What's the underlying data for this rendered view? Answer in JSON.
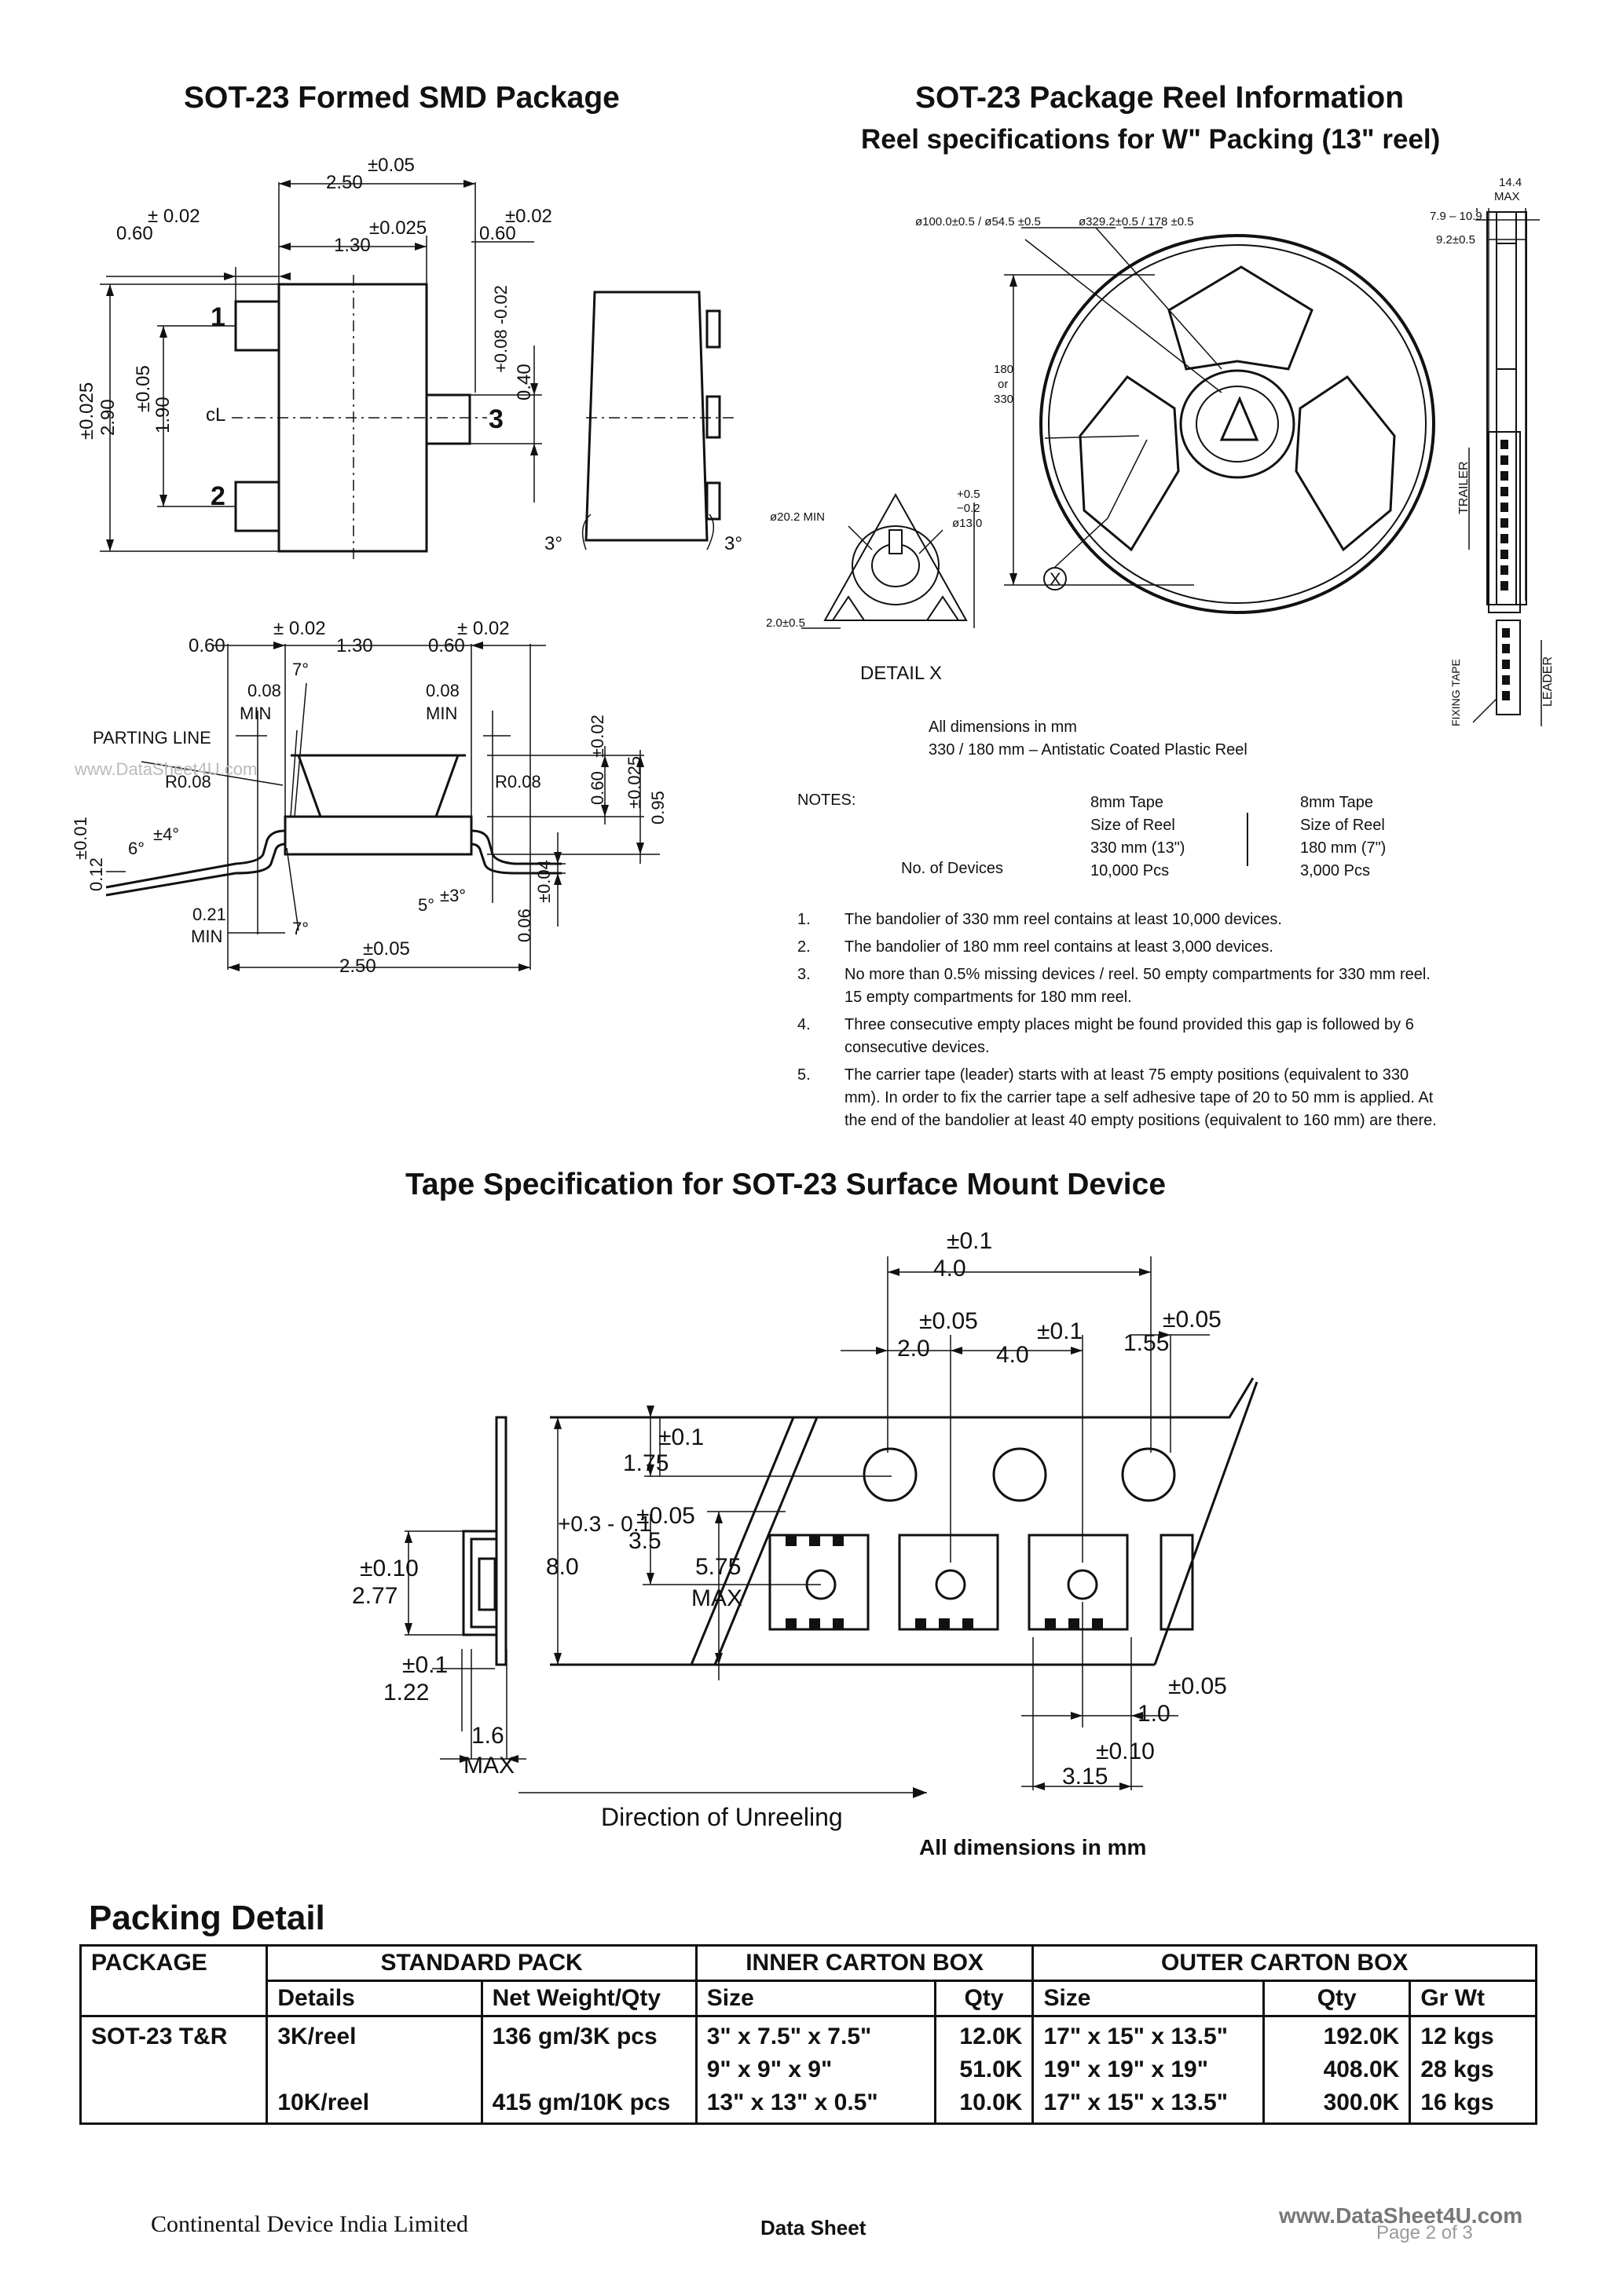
{
  "package_section": {
    "title": "SOT-23 Formed SMD Package",
    "pins": [
      "1",
      "2",
      "3"
    ],
    "centerline": "cL",
    "labels": {
      "w250": "2.50",
      "tol_w250": "±0.05",
      "w060a": "0.60",
      "tol_w060a": "± 0.02",
      "w130": "1.30",
      "tol_w130": "±0.025",
      "w060b": "0.60",
      "tol_w060b": "±0.02",
      "h290": "2.90",
      "tol_h290": "±0.025",
      "h190": "1.90",
      "tol_h190": "±0.05",
      "h040": "0.40",
      "tol_h040": "+0.08 -0.02",
      "ang3a": "3°",
      "ang3b": "3°",
      "b060a": "0.60",
      "tol_b060a": "± 0.02",
      "b130": "1.30",
      "b060b": "0.60",
      "tol_b060b": "± 0.02",
      "ang7a": "7°",
      "ang7b": "7°",
      "min008a": "0.08",
      "min008a_l": "MIN",
      "min008b": "0.08",
      "min008b_l": "MIN",
      "parting": "PARTING LINE",
      "r008a": "R0.08",
      "r008b": "R0.08",
      "ang4": "±4°",
      "ang6": "6°",
      "ang5": "5°",
      "ang3c": "±3°",
      "v012": "0.12",
      "tol_v012": "±0.01",
      "v021": "0.21",
      "v021_l": "MIN",
      "v060": "0.60",
      "tol_v060": "±0.02",
      "v095": "0.95",
      "tol_v095": "±0.025",
      "v006": "0.06",
      "tol_v006": "±0.04",
      "b250": "2.50",
      "tol_b250": "±0.05"
    }
  },
  "reel_section": {
    "title": "SOT-23 Package Reel Information",
    "subtitle": "Reel specifications for W\" Packing (13\" reel)",
    "labels": {
      "d_hub": "ø100.0±0.5 / ø54.5 ±0.5",
      "d_reel": "ø329.2±0.5 / 178 ±0.5",
      "w_max": "14.4",
      "w_max_l": "MAX",
      "w_range": "7.9 – 10.9",
      "w_92": "9.2±0.5",
      "size_180": "180",
      "size_or": "or",
      "size_330": "330",
      "d202": "ø20.2 MIN",
      "tol05": "+0.5",
      "tol02": "−0.2",
      "d130": "ø13.0",
      "w20": "2.0±0.5",
      "detail": "DETAIL X",
      "x_mark": "X",
      "trailer": "TRAILER",
      "leader": "LEADER",
      "fixing": "FIXING TAPE"
    },
    "dims_note_1": "All dimensions in mm",
    "dims_note_2": "330 / 180 mm – Antistatic Coated Plastic Reel",
    "notes_label": "NOTES:",
    "spec_8a": [
      "8mm Tape",
      "Size of Reel",
      "330 mm (13\")",
      "10,000 Pcs"
    ],
    "spec_8b": [
      "8mm Tape",
      "Size of Reel",
      "180 mm (7\")",
      "3,000 Pcs"
    ],
    "devices_label": "No. of Devices",
    "notes": [
      {
        "n": "1.",
        "lines": [
          "The bandolier of 330 mm reel contains at least 10,000 devices."
        ]
      },
      {
        "n": "2.",
        "lines": [
          "The bandolier of 180 mm reel contains at least 3,000 devices."
        ]
      },
      {
        "n": "3.",
        "lines": [
          "No more than 0.5% missing devices / reel. 50 empty compartments for 330 mm reel.",
          "15 empty compartments for 180 mm reel."
        ]
      },
      {
        "n": "4.",
        "lines": [
          "Three consecutive empty places might be found provided this gap is followed by 6",
          "consecutive devices."
        ]
      },
      {
        "n": "5.",
        "lines": [
          "The carrier tape (leader) starts with at least 75 empty positions (equivalent to 330",
          "mm). In order to fix the carrier tape a self adhesive tape of 20 to 50 mm is applied. At",
          "the end of the bandolier at least 40 empty positions (equivalent to 160 mm) are there."
        ]
      }
    ]
  },
  "tape_section": {
    "title": "Tape Specification for SOT-23 Surface Mount Device",
    "labels": {
      "p40a": "4.0",
      "tol_p40a": "±0.1",
      "p20": "2.0",
      "tol_p20": "±0.05",
      "p40b": "4.0",
      "tol_p40b": "±0.1",
      "p155": "1.55",
      "tol_p155": "±0.05",
      "h175": "1.75",
      "tol_h175": "±0.1",
      "h35": "3.5",
      "tol_h35": "±0.05",
      "h80": "8.0",
      "tol_h80": "+0.3 - 0.1",
      "h575": "5.75",
      "h575_l": "MAX",
      "h277": "2.77",
      "tol_h277": "±0.10",
      "h122": "1.22",
      "tol_h122": "±0.1",
      "h16": "1.6",
      "h16_l": "MAX",
      "h10": "1.0",
      "tol_h10": "±0.05",
      "h315": "3.15",
      "tol_h315": "±0.10",
      "direction": "Direction of Unreeling"
    },
    "dims_note": "All dimensions in mm"
  },
  "packing_detail": {
    "title": "Packing Detail",
    "headers": {
      "package": "PACKAGE",
      "standard": "STANDARD PACK",
      "inner": "INNER CARTON BOX",
      "outer": "OUTER CARTON BOX"
    },
    "subheaders": {
      "details": "Details",
      "net": "Net Weight/Qty",
      "inner_size": "Size",
      "inner_qty": "Qty",
      "outer_size": "Size",
      "outer_qty": "Qty",
      "gr_wt": "Gr Wt"
    },
    "row": {
      "package": "SOT-23 T&R",
      "details": [
        "3K/reel",
        "",
        "10K/reel"
      ],
      "net": [
        "136 gm/3K pcs",
        "",
        "415 gm/10K pcs"
      ],
      "inner_size": [
        "3\" x 7.5\" x 7.5\"",
        "9\" x 9\" x 9\"",
        "13\" x 13\" x 0.5\""
      ],
      "inner_qty": [
        "12.0K",
        "51.0K",
        "10.0K"
      ],
      "outer_size": [
        "17\" x 15\" x 13.5\"",
        "19\" x 19\" x 19\"",
        "17\" x 15\" x 13.5\""
      ],
      "outer_qty": [
        "192.0K",
        "408.0K",
        "300.0K"
      ],
      "gr_wt": [
        "12 kgs",
        "28 kgs",
        "16 kgs"
      ]
    }
  },
  "footer": {
    "company": "Continental Device India Limited",
    "doc_type": "Data Sheet",
    "website": "www.DataSheet4U.com",
    "page": "Page 2 of 3"
  },
  "watermark": "www.DataSheet4U.com"
}
